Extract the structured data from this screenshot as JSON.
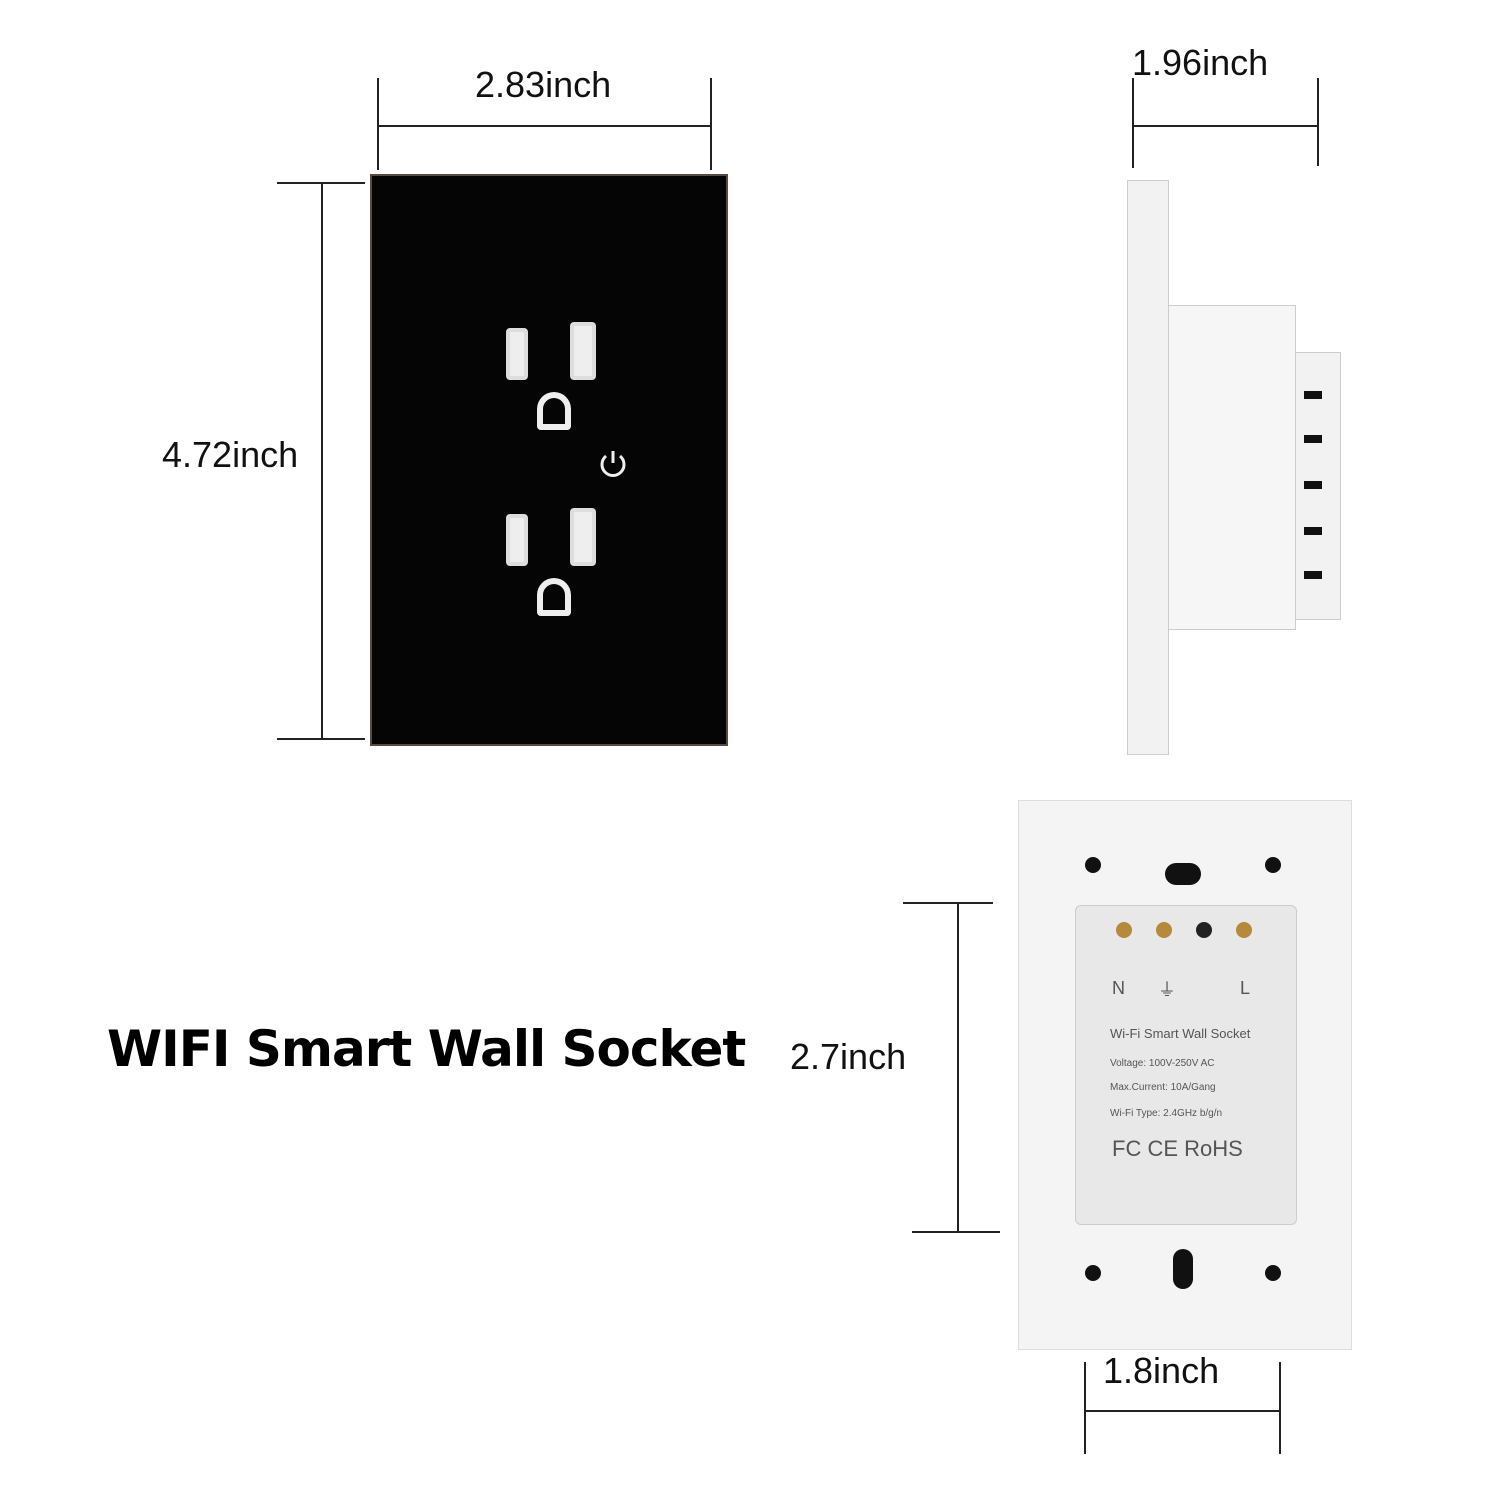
{
  "title": "WIFI Smart Wall Socket",
  "dimensions": {
    "front_width": "2.83inch",
    "front_height": "4.72inch",
    "side_depth": "1.96inch",
    "module_height": "2.7inch",
    "module_width": "1.8inch"
  },
  "back_label": {
    "terminal_n": "N",
    "terminal_l": "L",
    "product": "Wi-Fi Smart Wall Socket",
    "voltage": "Voltage: 100V-250V AC",
    "current": "Max.Current: 10A/Gang",
    "wifi": "Wi-Fi Type: 2.4GHz b/g/n",
    "certs": "FC CE RoHS"
  }
}
